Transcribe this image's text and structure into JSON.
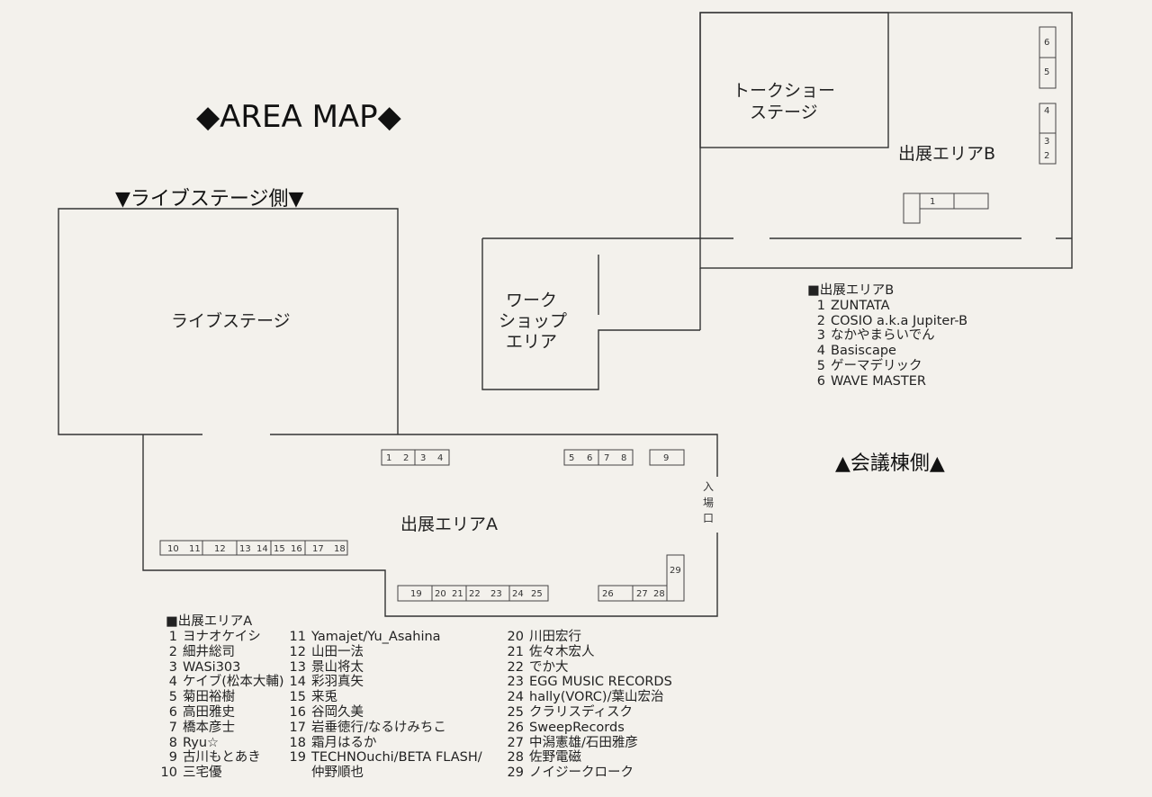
{
  "title": "◆AREA MAP◆",
  "live_side_label": "▼ライブステージ側▼",
  "conference_side_label": "▲会議棟側▲",
  "rooms": {
    "live_stage": "ライブステージ",
    "talk_show_line1": "トークショー",
    "talk_show_line2": "ステージ",
    "workshop_line1": "ワーク",
    "workshop_line2": "ショップ",
    "workshop_line3": "エリア",
    "area_a": "出展エリアA",
    "area_b": "出展エリアB",
    "entrance": [
      "入",
      "場",
      "口"
    ]
  },
  "area_a_booths": [
    "1",
    "2",
    "3",
    "4",
    "5",
    "6",
    "7",
    "8",
    "9",
    "10",
    "11",
    "12",
    "13",
    "14",
    "15",
    "16",
    "17",
    "18",
    "19",
    "20",
    "21",
    "22",
    "23",
    "24",
    "25",
    "26",
    "27",
    "28",
    "29"
  ],
  "area_b_booths": [
    "1",
    "2",
    "3",
    "4",
    "5",
    "6"
  ],
  "area_b_list": {
    "heading": "■出展エリアB",
    "items": [
      {
        "n": "1",
        "name": "ZUNTATA"
      },
      {
        "n": "2",
        "name": "COSIO a.k.a Jupiter-B"
      },
      {
        "n": "3",
        "name": "なかやまらいでん"
      },
      {
        "n": "4",
        "name": "Basiscape"
      },
      {
        "n": "5",
        "name": "ゲーマデリック"
      },
      {
        "n": "6",
        "name": "WAVE MASTER"
      }
    ]
  },
  "area_a_list": {
    "heading": "■出展エリアA",
    "columns": [
      [
        {
          "n": "1",
          "name": "ヨナオケイシ"
        },
        {
          "n": "2",
          "name": "細井総司"
        },
        {
          "n": "3",
          "name": "WASi303"
        },
        {
          "n": "4",
          "name": "ケイブ(松本大輔)"
        },
        {
          "n": "5",
          "name": "菊田裕樹"
        },
        {
          "n": "6",
          "name": "高田雅史"
        },
        {
          "n": "7",
          "name": "橋本彦士"
        },
        {
          "n": "8",
          "name": "Ryu☆"
        },
        {
          "n": "9",
          "name": "古川もとあき"
        },
        {
          "n": "10",
          "name": "三宅優"
        }
      ],
      [
        {
          "n": "11",
          "name": "Yamajet/Yu_Asahina"
        },
        {
          "n": "12",
          "name": "山田一法"
        },
        {
          "n": "13",
          "name": "景山将太"
        },
        {
          "n": "14",
          "name": "彩羽真矢"
        },
        {
          "n": "15",
          "name": "来兎"
        },
        {
          "n": "16",
          "name": "谷岡久美"
        },
        {
          "n": "17",
          "name": "岩垂徳行/なるけみちこ"
        },
        {
          "n": "18",
          "name": "霜月はるか"
        },
        {
          "n": "19",
          "name": "TECHNOuchi/BETA FLASH/"
        },
        {
          "n": "",
          "name": "仲野順也"
        }
      ],
      [
        {
          "n": "20",
          "name": "川田宏行"
        },
        {
          "n": "21",
          "name": "佐々木宏人"
        },
        {
          "n": "22",
          "name": "でか大"
        },
        {
          "n": "23",
          "name": "EGG MUSIC RECORDS"
        },
        {
          "n": "24",
          "name": "hally(VORC)/葉山宏治"
        },
        {
          "n": "25",
          "name": "クラリスディスク"
        },
        {
          "n": "26",
          "name": "SweepRecords"
        },
        {
          "n": "27",
          "name": "中潟憲雄/石田雅彦"
        },
        {
          "n": "28",
          "name": "佐野電磁"
        },
        {
          "n": "29",
          "name": "ノイジークローク"
        }
      ]
    ]
  }
}
